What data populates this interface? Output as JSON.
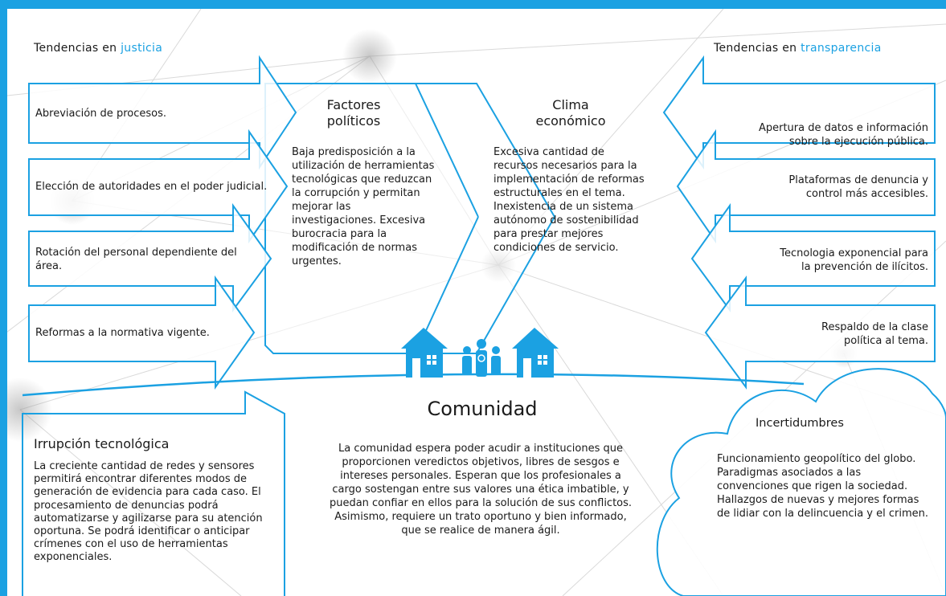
{
  "colors": {
    "accent": "#1ba1e2",
    "text": "#1a1a1a",
    "background": "#ffffff"
  },
  "justice": {
    "heading_prefix": "Tendencias en",
    "heading_accent": "justicia",
    "items": [
      "Abreviación de procesos.",
      "Elección de autoridades en el poder judicial.",
      "Rotación del personal dependiente del área.",
      "Reformas a la normativa vigente."
    ]
  },
  "transparency": {
    "heading_prefix": "Tendencias en",
    "heading_accent": "transparencia",
    "items": [
      "Apertura de datos e información sobre la ejecución pública.",
      "Plataformas de denuncia y control más accesibles.",
      "Tecnologia exponencial para la prevención de ilícitos.",
      "Respaldo de la clase política al tema."
    ]
  },
  "political": {
    "title_line1": "Factores",
    "title_line2": "políticos",
    "body": "Baja predisposición a la utilización de herramientas tecnológicas que reduzcan la corrupción y permitan mejorar las investigaciones. Excesiva burocracia para la modificación de normas urgentes."
  },
  "economic": {
    "title_line1": "Clima",
    "title_line2": "económico",
    "body": "Excesiva cantidad de recursos necesarios para la implementación de reformas estructurales en el tema. Inexistencia de un sistema autónomo de sostenibilidad para prestar mejores condiciones de servicio."
  },
  "community": {
    "title": "Comunidad",
    "body": "La comunidad espera poder acudir a instituciones que proporcionen veredictos objetivos, libres de sesgos e intereses personales. Esperan que los profesionales a cargo sostengan entre sus valores una ética imbatible, y puedan confiar en ellos para la solución de sus conflictos. Asimismo, requiere un trato oportuno y bien informado, que se realice de manera ágil."
  },
  "tech": {
    "title": "Irrupción tecnológica",
    "body": "La creciente cantidad de redes y sensores permitirá encontrar diferentes modos de generación de evidencia para cada caso. El procesamiento de denuncias podrá automatizarse y agilizarse para su atención oportuna. Se podrá identificar o anticipar crímenes con el uso de herramientas exponenciales."
  },
  "uncertainty": {
    "title": "Incertidumbres",
    "body": "Funcionamiento geopolítico del globo. Paradigmas asociados a las convenciones que rigen la sociedad. Hallazgos de nuevas y mejores formas de lidiar con la delincuencia y el crimen."
  },
  "icons": [
    "house-icon",
    "family-icon",
    "house-icon"
  ]
}
